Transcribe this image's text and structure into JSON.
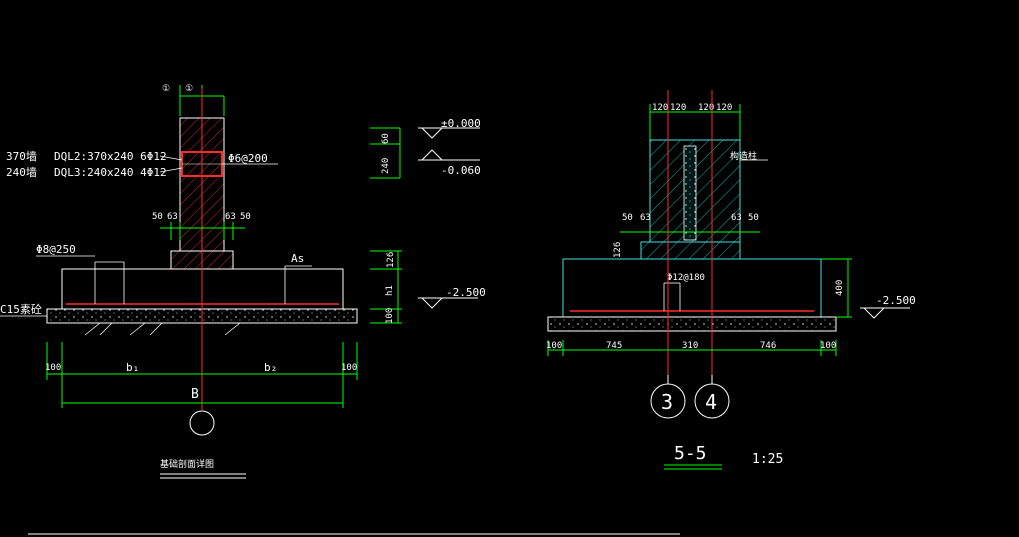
{
  "colors": {
    "background": "#000000",
    "outline": "#ffffff",
    "dimension": "#00ff00",
    "rebar": "#ff2a2a",
    "hatch": "#00c8c8",
    "footing": "#40e0e0"
  },
  "left_detail": {
    "axis_top_labels": [
      "①",
      "①"
    ],
    "beam_labels": {
      "wall370": "370墙",
      "wall240": "240墙",
      "dql2": "DQL2:370x240  6Φ12",
      "dql3": "DQL3:240x240  4Φ12"
    },
    "stirrup": "Φ6@200",
    "elevations": {
      "top": "±0.000",
      "floor": "-0.060",
      "bottom": "-2.500"
    },
    "vertical_dims": [
      "60",
      "240"
    ],
    "step_dims": {
      "left": [
        "50",
        "63"
      ],
      "right": [
        "63",
        "50"
      ]
    },
    "bottom_rebar": "Φ8@250",
    "as_label": "As",
    "bedding_label": "C15素砼",
    "footing_vertical_dims": [
      "126",
      "h1",
      "100"
    ],
    "horizontal_dims": {
      "left_100": "100",
      "b1": "b₁",
      "b2": "b₂",
      "right_100": "100",
      "total": "B"
    },
    "title": "基础剖面详图"
  },
  "right_detail": {
    "top_dims": [
      "120",
      "120",
      "120",
      "120"
    ],
    "side_label": "构造柱",
    "step_dims": {
      "left": [
        "50",
        "63"
      ],
      "right": [
        "63",
        "50"
      ]
    },
    "step_height": "126",
    "rebar_note": "Φ12@180",
    "footing_height": "400",
    "elevation": "-2.500",
    "bottom_dims": [
      "100",
      "745",
      "310",
      "746",
      "100"
    ],
    "axis_bubbles": [
      "3",
      "4"
    ],
    "section_title": "5-5",
    "scale": "1:25"
  }
}
